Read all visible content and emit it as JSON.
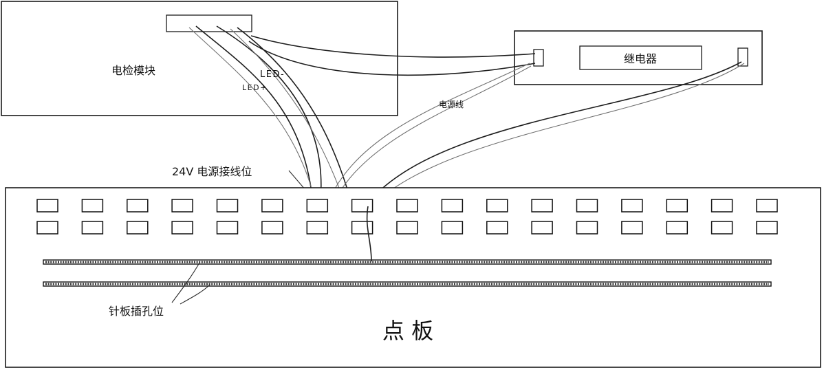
{
  "labels": {
    "module": "电检模块",
    "relay": "继电器",
    "led_minus": "LED-",
    "led_plus": "LED+",
    "power_line": "电源线",
    "power_terminal": "24V 电源接线位",
    "pin_slot": "针板插孔位",
    "board": "点 板"
  },
  "slot_rows": 2,
  "slots_per_row": 17
}
